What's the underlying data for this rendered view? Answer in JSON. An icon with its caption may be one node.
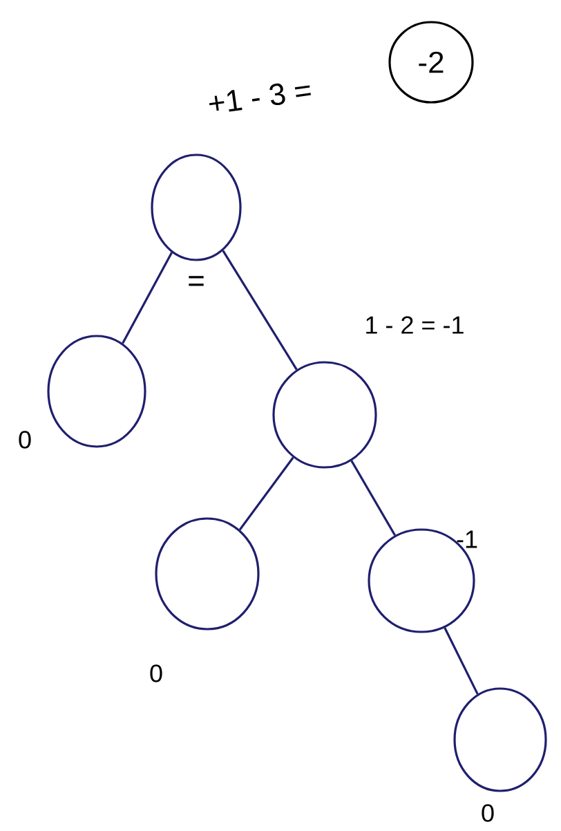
{
  "diagram": {
    "nodes": [
      {
        "text": [
          "-2"
        ]
      },
      {
        "text": [],
        "shape": "circle"
      },
      {
        "text": [],
        "shape": "circle",
        "beside": [
          "0"
        ]
      },
      {
        "text": [],
        "shape": "circle",
        "beside": [
          "1 - 2 = -1"
        ]
      },
      {
        "text": [],
        "shape": "circle",
        "beside": [
          "0"
        ]
      },
      {
        "text": [],
        "shape": "circle",
        "beside": [
          "-1"
        ]
      },
      {
        "text": [],
        "shape": "circle",
        "beside": [
          "0"
        ]
      }
    ],
    "edges": [
      {
        "from": 1,
        "to": 2,
        "arrow": "none"
      },
      {
        "from": 1,
        "to": 3,
        "arrow": "none"
      },
      {
        "from": 3,
        "to": 4,
        "arrow": "none"
      },
      {
        "from": 3,
        "to": 5,
        "arrow": "none"
      },
      {
        "from": 5,
        "to": 6,
        "arrow": "none"
      }
    ],
    "labels": [
      "+1 - 3 =",
      "="
    ]
  }
}
